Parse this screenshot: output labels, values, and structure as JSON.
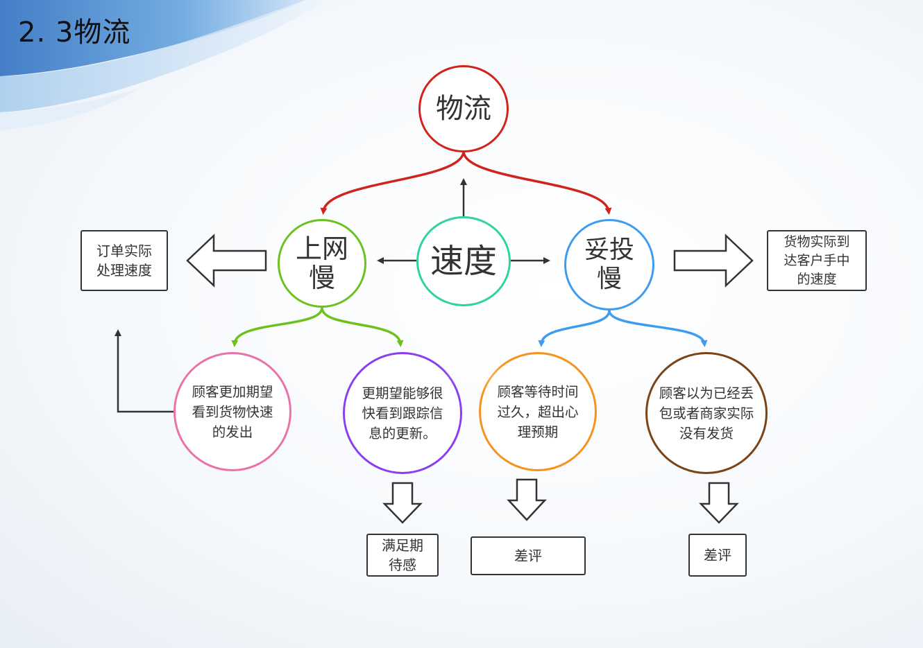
{
  "slide": {
    "title": "2. 3物流"
  },
  "diagram": {
    "nodes": {
      "root": "物流",
      "speed": "速度",
      "online_slow_1": "上网",
      "online_slow_2": "慢",
      "delivery_slow_1": "妥投",
      "delivery_slow_2": "慢",
      "pink_1": "顾客更加期望",
      "pink_2": "看到货物快速",
      "pink_3": "的发出",
      "purple_1": "更期望能够很",
      "purple_2": "快看到跟踪信",
      "purple_3": "息的更新。",
      "orange_1": "顾客等待时间",
      "orange_2": "过久，超出心",
      "orange_3": "理预期",
      "brown_1": "顾客以为已经丢",
      "brown_2": "包或者商家实际",
      "brown_3": "没有发货"
    },
    "boxes": {
      "order_speed_1": "订单实际",
      "order_speed_2": "处理速度",
      "delivery_speed_1": "货物实际到",
      "delivery_speed_2": "达客户手中",
      "delivery_speed_3": "的速度",
      "meet_expect_1": "满足期",
      "meet_expect_2": "待感",
      "bad_review_1": "差评",
      "bad_review_2": "差评"
    },
    "colors": {
      "root": "#d0231c",
      "speed": "#2fd3a0",
      "online_slow": "#6cc11f",
      "delivery_slow": "#3d9cf0",
      "pink": "#ea72a8",
      "purple": "#8b3df0",
      "orange": "#f6921e",
      "brown": "#7a4416",
      "arrow_dark": "#333333"
    }
  }
}
